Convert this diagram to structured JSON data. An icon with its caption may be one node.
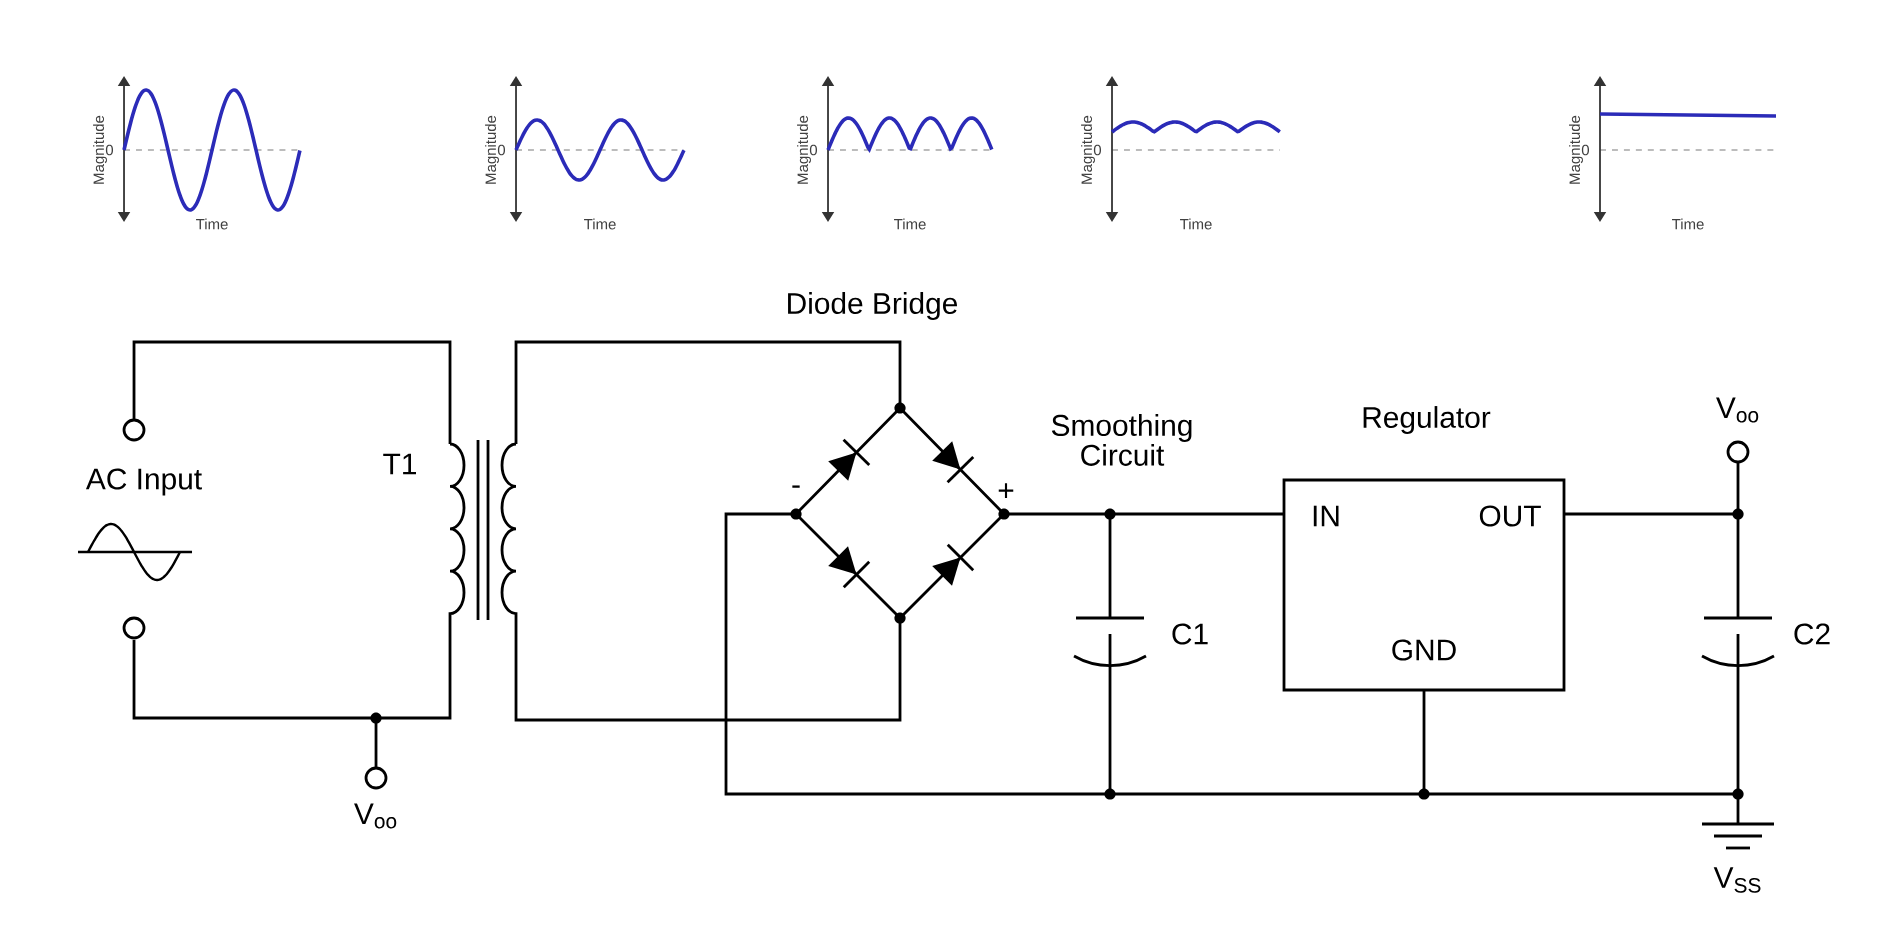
{
  "diagram": {
    "nodes": [
      {
        "text": [
          "Regulator",
          "IN",
          "OUT",
          "GND"
        ]
      }
    ],
    "labels": [
      "Magnitude",
      "0",
      "Time",
      "Magnitude",
      "0",
      "Time",
      "Magnitude",
      "0",
      "Time",
      "Magnitude",
      "0",
      "Time",
      "Magnitude",
      "0",
      "Time",
      "Diode Bridge",
      "T1",
      "AC Input",
      "Smoothing Circuit",
      "V$_{oo}$",
      "-",
      "+",
      "C1",
      "C2",
      "V$_{oo}$",
      "V$_{SS}$"
    ]
  }
}
